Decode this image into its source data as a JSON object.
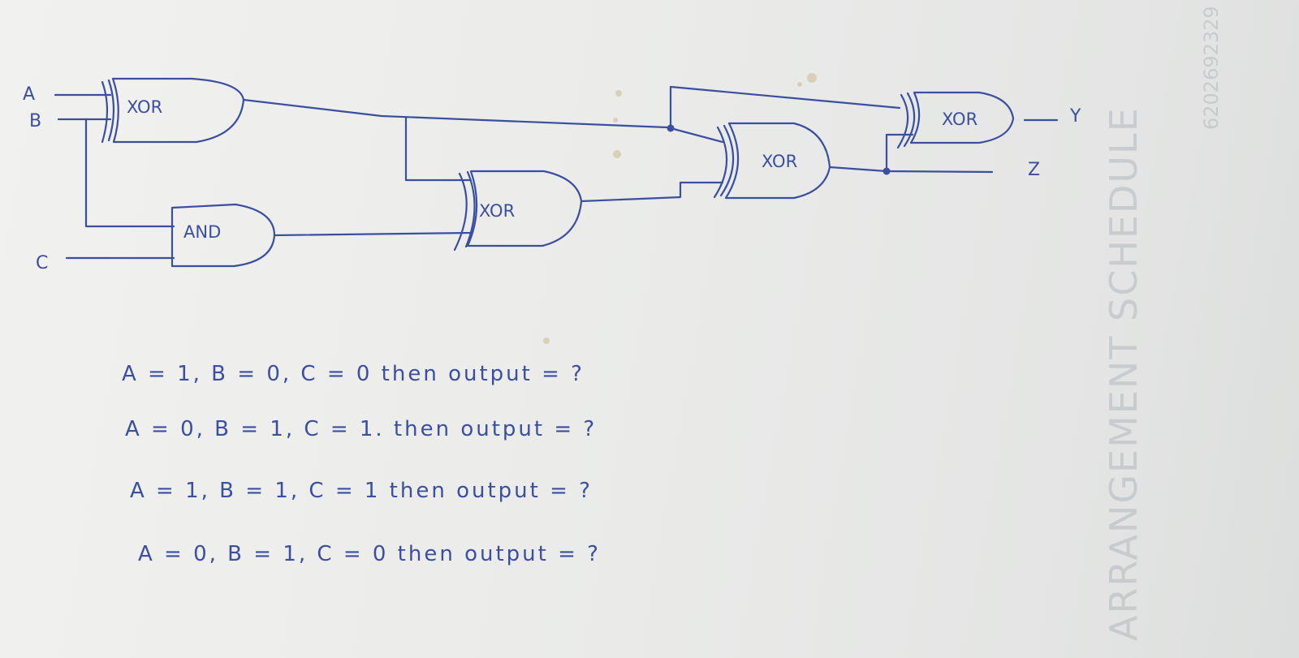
{
  "inputs": {
    "a": "A",
    "b": "B",
    "c": "C"
  },
  "outputs": {
    "y": "Y",
    "z": "Z"
  },
  "gates": {
    "g1": "XOR",
    "g2": "AND",
    "g3": "XOR",
    "g4": "XOR",
    "g5": "XOR"
  },
  "questions": [
    "A = 1, B = 0, C = 0   then output = ?",
    "A = 0, B = 1, C = 1.  then output = ?",
    "A = 1, B = 1, C = 1   then output = ?",
    "A = 0, B = 1, C = 0   then output = ?"
  ],
  "background_print": {
    "heading": "ARRANGEMENT SCHEDULE",
    "serial": "6202692329"
  },
  "colors": {
    "ink": "#3a4fa0",
    "paper": "#eeeeec"
  }
}
